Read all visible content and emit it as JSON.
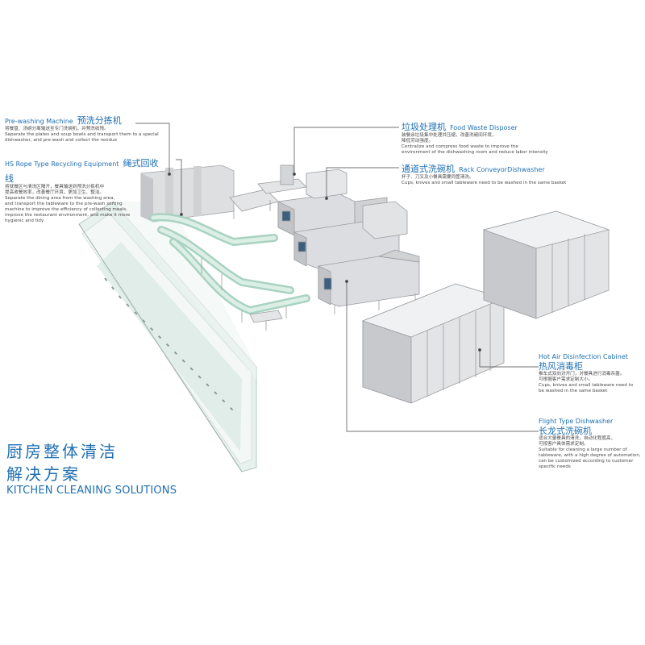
{
  "labels": {
    "prewash": {
      "en": "Pre-washing Machine",
      "cn": "预洗分拣机",
      "desc_cn": "将餐盘、汤碗分离输送至专门洗碗机，并预洗收残。",
      "desc_en": "Separate the plates and soup bowls and transport them to a special\ndishwasher, and pre-wash and collect the residue"
    },
    "rope": {
      "en": "HS Rope Type Recycling Equipment",
      "cn": "绳式回收线",
      "desc_cn": "将就餐区与清洗区隔开，餐具输送到预洗分拣机中\n提高收餐效率，改善餐厅环境，更加卫生、整洁。",
      "desc_en": "Separate the dining area from the washing area,\nand transport the tableware to the pre-wash sorting\nmachine to improve the efficiency of collecting meals,\nimprove the restaurant environment, and make it more\nhygienic and tidy"
    },
    "waste": {
      "cn": "垃圾处理机",
      "en": "Food Waste Disposer",
      "desc_cn": "装餐余垃圾集中处理并压缩，改善洗碗间环境，\n降低劳动强度。",
      "desc_en": "Centralize and compress food waste to improve the\nenvironment of the dishwashing room and reduce labor intensity"
    },
    "rack": {
      "cn": "通道式洗碗机",
      "en": "Rack ConveyorDishwasher",
      "desc_cn": "杯子、刀叉及小餐具需要同筐清洗。",
      "desc_en": "Cups, knives and small tableware need to be washed in the same basket"
    },
    "hotair": {
      "en": "Hot Air Disinfection Cabinet",
      "cn": "热风消毒柜",
      "desc_cn": "推车式双向对开门，对餐具进行消毒杀菌。\n可根据客户需求定制大小。",
      "desc_en": "Cups, knives and small tableware need to\nbe washed in the same basket"
    },
    "flight": {
      "en": "Flight Type Dishwasher",
      "cn": "长龙式洗碗机",
      "desc_cn": "适合大量餐具的清洗，自动化程度高，\n可按客户具体需求定制。",
      "desc_en": "Suitable for cleaning a large number of\ntableware, with a high degree of automation,\ncan be customized according to customer\nspecific needs"
    }
  },
  "headline": {
    "cn_line1": "厨房整体清洁",
    "cn_line2": "解决方案",
    "en": "KITCHEN CLEANING SOLUTIONS"
  },
  "colors": {
    "accent": "#1f6fb2",
    "steel": "#d9dadc",
    "steel_dark": "#a9abae",
    "glass": "#dfeeea",
    "conveyor": "#bfe0d2"
  }
}
